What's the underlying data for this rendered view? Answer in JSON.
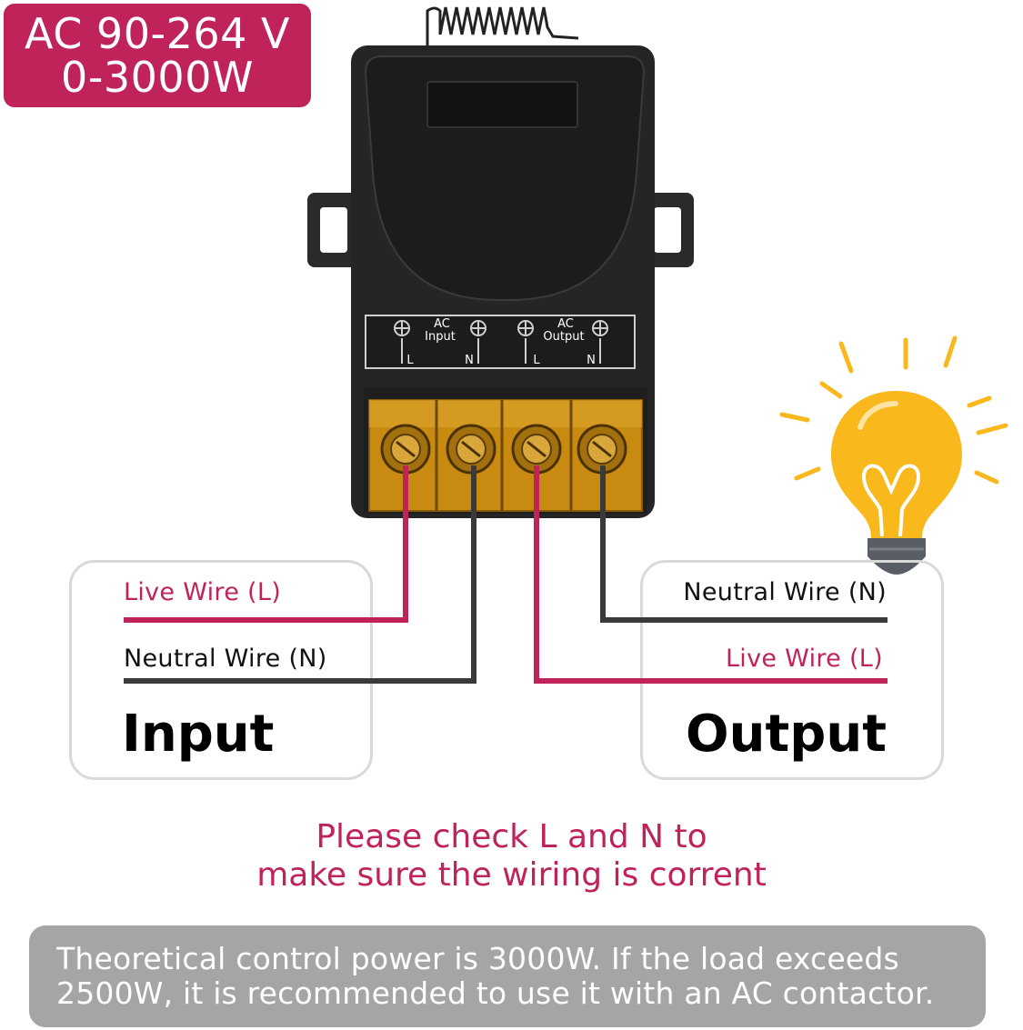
{
  "badge": {
    "line1": "AC 90-264 V",
    "line2": "0-3000W",
    "color": "#c0235a"
  },
  "device": {
    "terminal_labels": {
      "input_header": "AC",
      "input_name": "Input",
      "output_header": "AC",
      "output_name": "Output",
      "l1": "L",
      "n1": "N",
      "l2": "L",
      "n2": "N"
    }
  },
  "input_panel": {
    "live_label": "Live Wire (L)",
    "neutral_label": "Neutral Wire (N)",
    "title": "Input"
  },
  "output_panel": {
    "neutral_label": "Neutral Wire (N)",
    "live_label": "Live Wire (L)",
    "title": "Output"
  },
  "warning": {
    "line1": "Please check L and N to",
    "line2": "make sure the wiring is corrent"
  },
  "note": {
    "line1": "Theoretical control power is 3000W. If the load exceeds",
    "line2": "2500W, it is recommended to use it with an AC contactor.",
    "background": "#a5a5a5"
  },
  "colors": {
    "live_wire": "#c0235a",
    "neutral_wire": "#3a3a3a",
    "accent": "#c0235a",
    "bulb": "#f9b81b"
  },
  "icons": {
    "bulb": "light-bulb-icon",
    "antenna": "antenna-icon"
  }
}
